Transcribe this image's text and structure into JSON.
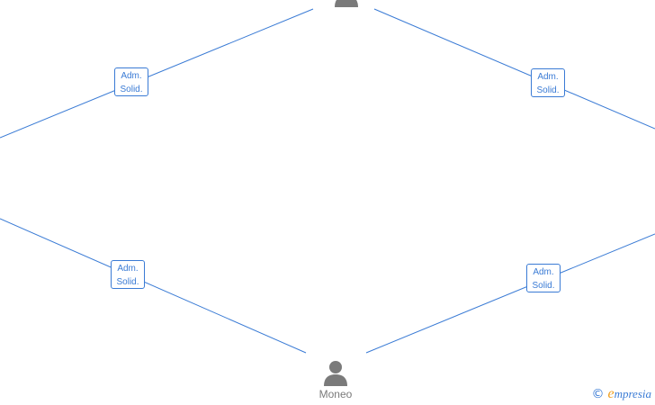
{
  "diagram": {
    "nodes": {
      "top_person": {
        "name": ""
      },
      "bottom_person": {
        "name": "Moneo"
      }
    },
    "edge_labels": [
      {
        "line1": "Adm.",
        "line2": "Solid."
      },
      {
        "line1": "Adm.",
        "line2": "Solid."
      },
      {
        "line1": "Adm.",
        "line2": "Solid."
      },
      {
        "line1": "Adm.",
        "line2": "Solid."
      }
    ]
  },
  "watermark": {
    "copyright_symbol": "©",
    "brand_initial": "e",
    "brand_rest": "mpresia"
  },
  "colors": {
    "edge": "#3a7bd5",
    "person_icon": "#7a7a7a",
    "brand_accent": "#f0a020"
  },
  "icons": {
    "person": "person-icon"
  }
}
